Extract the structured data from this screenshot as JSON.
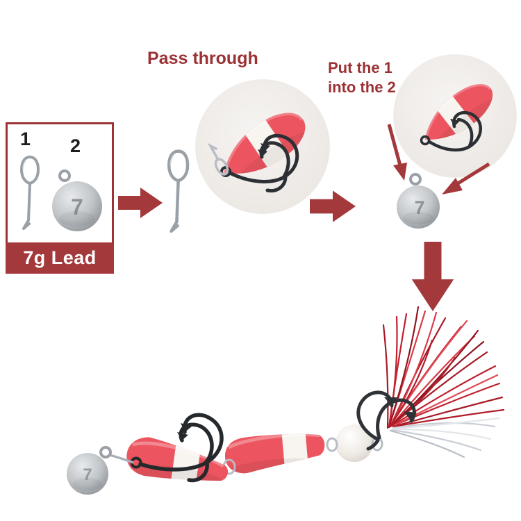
{
  "colors": {
    "accent_red": "#a4393c",
    "title_red": "#9c3133",
    "banner_bg": "#a4393c",
    "banner_text": "#ffffff",
    "foam_red": "#ec5560",
    "foam_white": "#f8f5f1",
    "lead_gray": "#b9bdc1",
    "tinsel_red": "#c1202e",
    "tinsel_silver": "#c9ced4",
    "hook_dark": "#2c2f33"
  },
  "parts_box": {
    "part1_label": "1",
    "part2_label": "2",
    "banner_label": "7g Lead"
  },
  "steps": {
    "step1_title": "Pass through",
    "step2_title": "Put the 1 into the 2"
  },
  "lead_marking": "7"
}
